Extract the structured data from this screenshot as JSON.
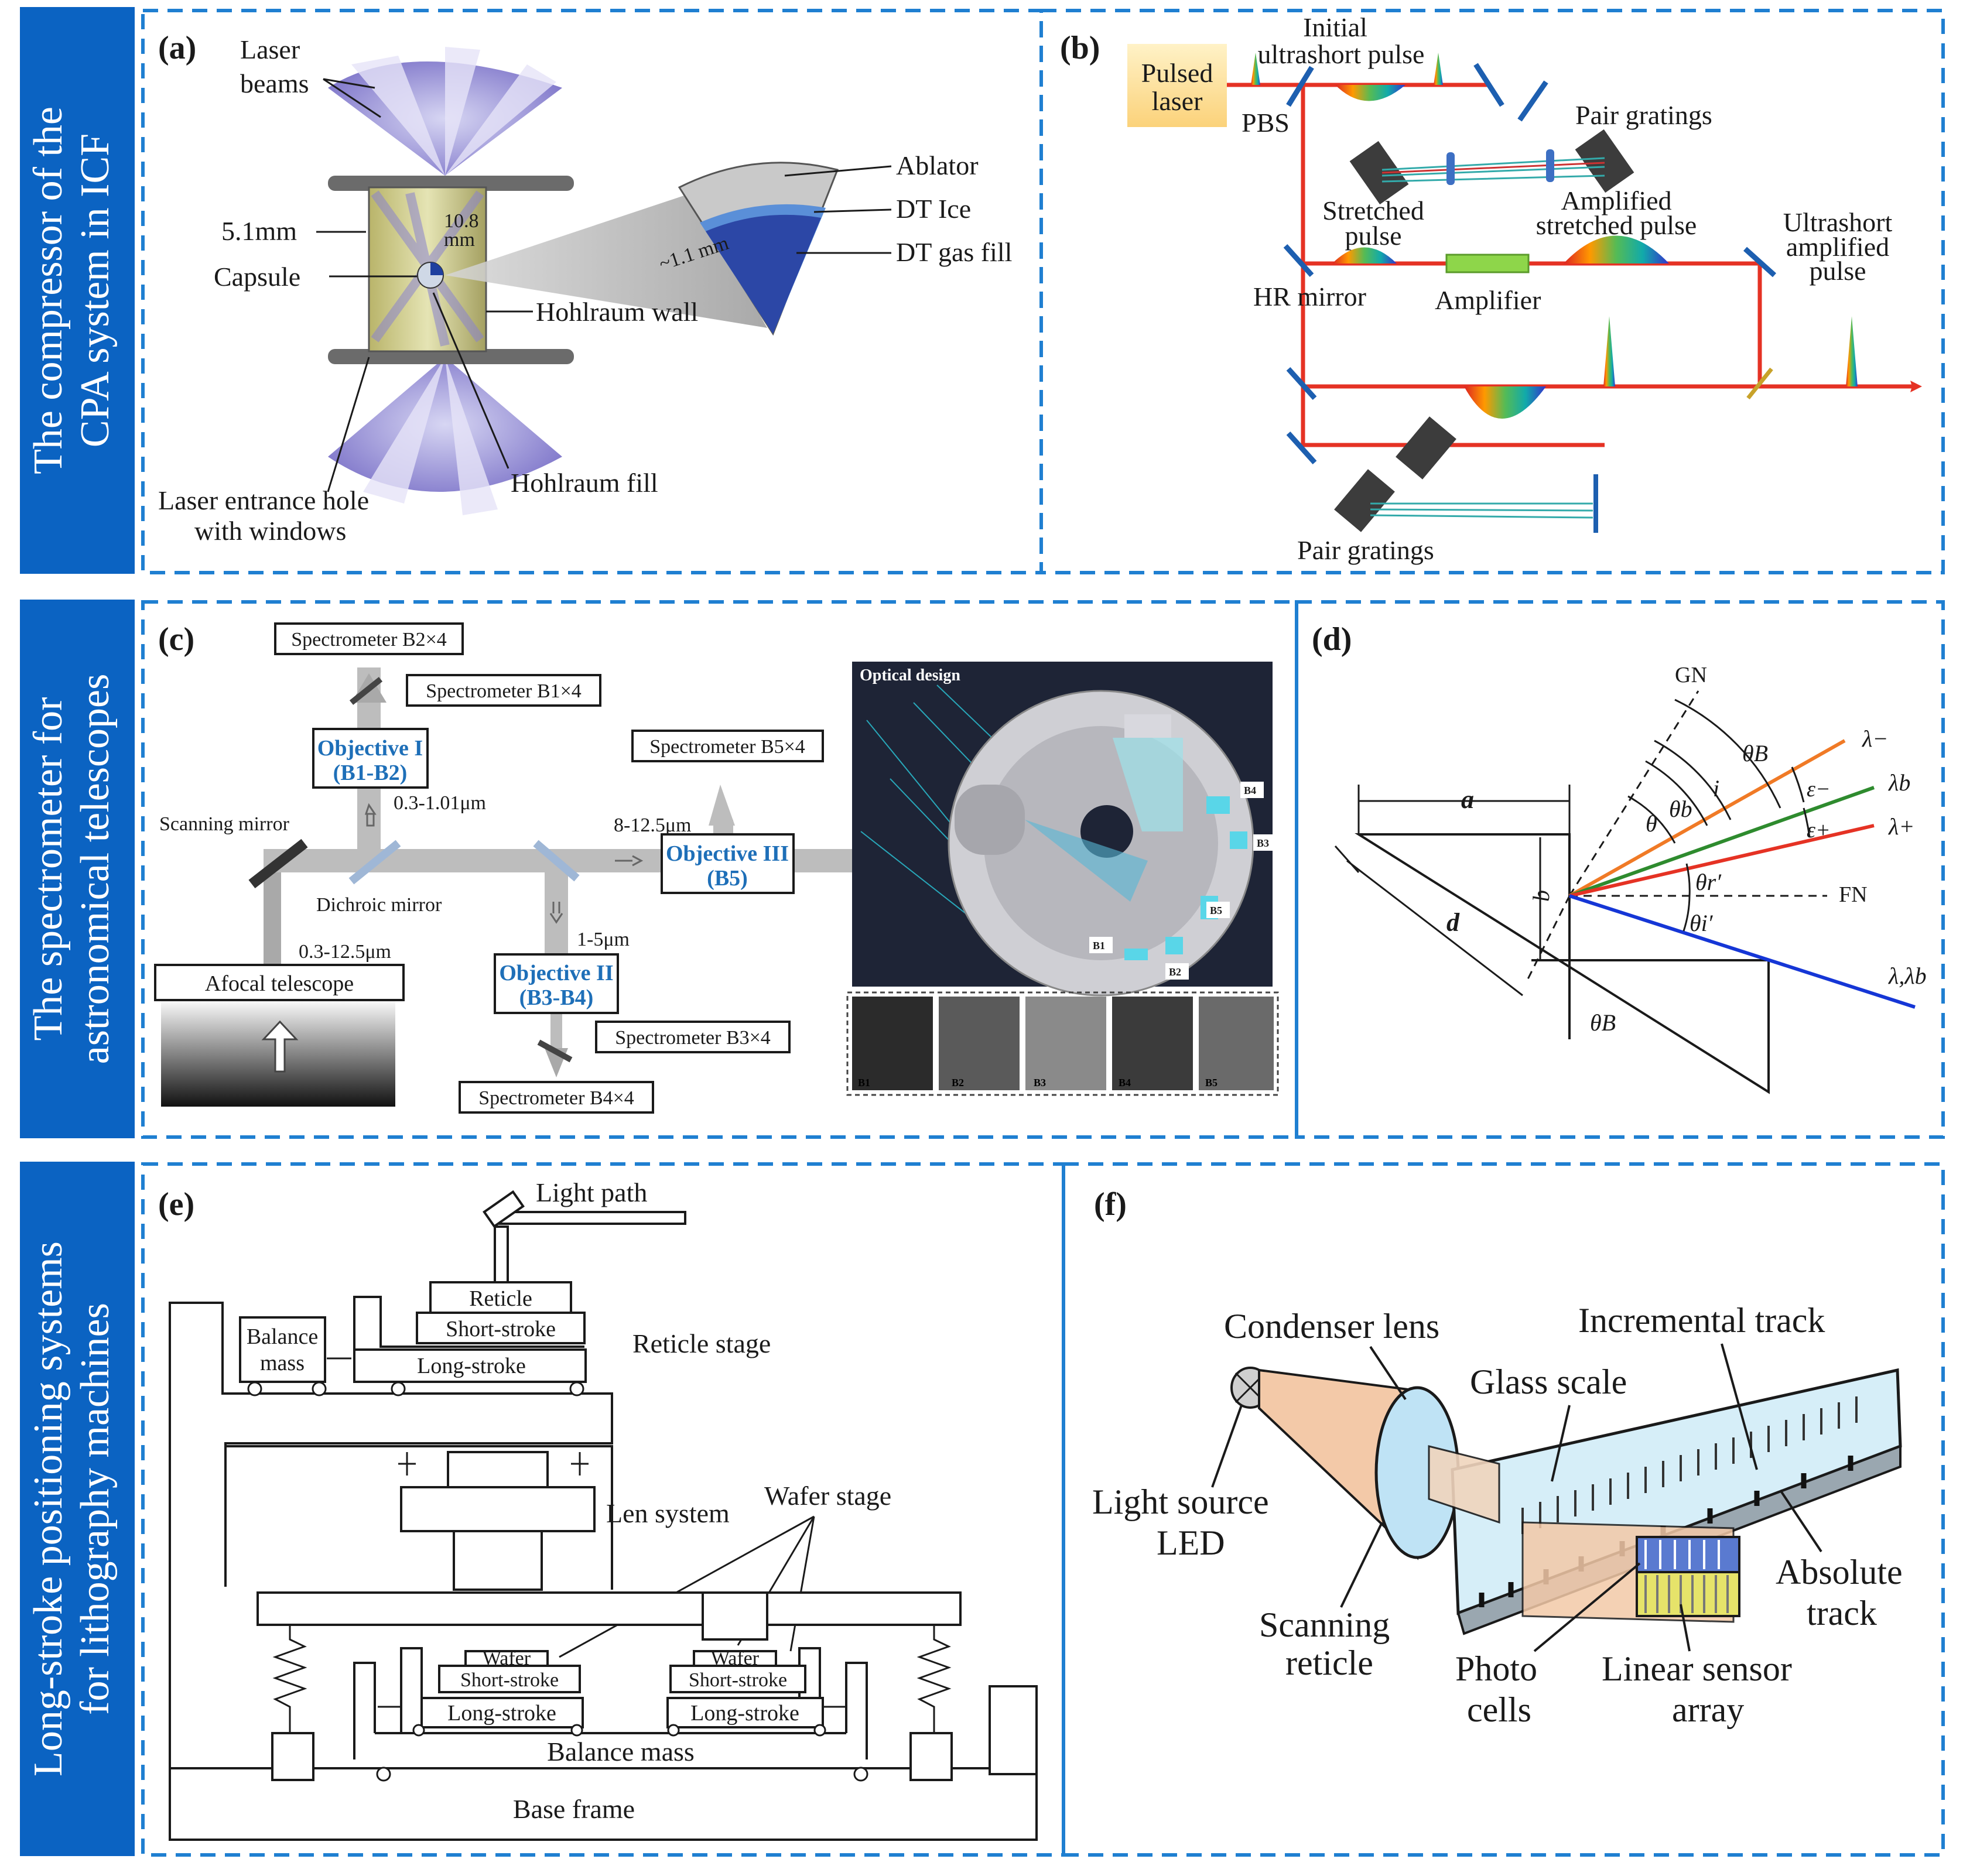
{
  "bands": [
    {
      "line1": "The compressor of the",
      "line2": "CPA system in ICF"
    },
    {
      "line1": "The spectrometer for",
      "line2": "astronomical telescopes"
    },
    {
      "line1": "Long-stroke positioning systems",
      "line2": "for lithography machines"
    }
  ],
  "colors": {
    "band": "#0b63c2",
    "dash": "#1f7fd1",
    "laser": "#e53224",
    "blue_text": "#1e6fb8"
  },
  "panel_a": {
    "tag": "(a)",
    "laser_beams_1": "Laser",
    "laser_beams_2": "beams",
    "dim_51": "5.1mm",
    "dim_108_1": "10.8",
    "dim_108_2": "mm",
    "capsule": "Capsule",
    "hohlraum_wall": "Hohlraum wall",
    "hohlraum_fill": "Hohlraum fill",
    "entrance_1": "Laser entrance hole",
    "entrance_2": "with windows",
    "ablator": "Ablator",
    "dt_ice": "DT Ice",
    "dt_gas": "DT gas fill",
    "dim_11": "~1.1 mm"
  },
  "panel_b": {
    "tag": "(b)",
    "pulsed_1": "Pulsed",
    "pulsed_2": "laser",
    "initial_1": "Initial",
    "initial_2": "ultrashort pulse",
    "pbs": "PBS",
    "pair_gratings_top": "Pair gratings",
    "stretched_1": "Stretched",
    "stretched_2": "pulse",
    "amp_str_1": "Amplified",
    "amp_str_2": "stretched pulse",
    "hr_mirror": "HR mirror",
    "amplifier": "Amplifier",
    "ultra_1": "Ultrashort",
    "ultra_2": "amplified",
    "ultra_3": "pulse",
    "pair_gratings_bottom": "Pair gratings"
  },
  "panel_c": {
    "tag": "(c)",
    "spec_b2": "Spectrometer B2×4",
    "spec_b1": "Spectrometer B1×4",
    "spec_b5": "Spectrometer B5×4",
    "spec_b3": "Spectrometer B3×4",
    "spec_b4": "Spectrometer B4×4",
    "obj1_1": "Objective I",
    "obj1_2": "(B1-B2)",
    "obj2_1": "Objective II",
    "obj2_2": "(B3-B4)",
    "obj3_1": "Objective III",
    "obj3_2": "(B5)",
    "range_03_101": "0.3-1.01μm",
    "range_8_125": "8-12.5μm",
    "range_03_125": "0.3-12.5μm",
    "range_1_5": "1-5μm",
    "scanning_mirror": "Scanning mirror",
    "dichroic_mirror": "Dichroic mirror",
    "afocal": "Afocal telescope",
    "optical_design": "Optical design",
    "b_labels": [
      "B1",
      "B2",
      "B3",
      "B4",
      "B5"
    ],
    "photo_labels": [
      "B1",
      "B2",
      "B3",
      "B4",
      "B5"
    ]
  },
  "panel_d": {
    "tag": "(d)",
    "gn": "GN",
    "fn": "FN",
    "a": "a",
    "b": "b",
    "d": "d",
    "theta": "θ",
    "theta_b": "θb",
    "theta_B": "θB",
    "i": "i",
    "eps_minus": "ε−",
    "eps_plus": "ε+",
    "lam_minus": "λ−",
    "lam_b": "λb",
    "lam_plus": "λ+",
    "theta_r": "θr′",
    "theta_i": "θi′",
    "lam_lamb": "λ,λb",
    "thetaB_bottom": "θB",
    "colors": {
      "lam_minus": "#f07a26",
      "lam_b": "#2e8b2e",
      "lam_plus": "#e53224",
      "incident": "#1536d6"
    }
  },
  "panel_e": {
    "tag": "(e)",
    "light_path": "Light path",
    "reticle": "Reticle",
    "short_stroke": "Short-stroke",
    "long_stroke": "Long-stroke",
    "balance_mass_1": "Balance",
    "balance_mass_2": "mass",
    "reticle_stage": "Reticle stage",
    "len_system": "Len system",
    "wafer_stage": "Wafer stage",
    "wafer": "Wafer",
    "short_stroke_small": "Short-stroke",
    "long_stroke_small": "Long-stroke",
    "balance_mass_bottom": "Balance mass",
    "base_frame": "Base frame"
  },
  "panel_f": {
    "tag": "(f)",
    "condenser": "Condenser lens",
    "incremental": "Incremental track",
    "glass": "Glass scale",
    "light_1": "Light source",
    "light_2": "LED",
    "absolute_1": "Absolute",
    "absolute_2": "track",
    "scanning_1": "Scanning",
    "scanning_2": "reticle",
    "photo_1": "Photo",
    "photo_2": "cells",
    "linear_1": "Linear sensor",
    "linear_2": "array"
  }
}
